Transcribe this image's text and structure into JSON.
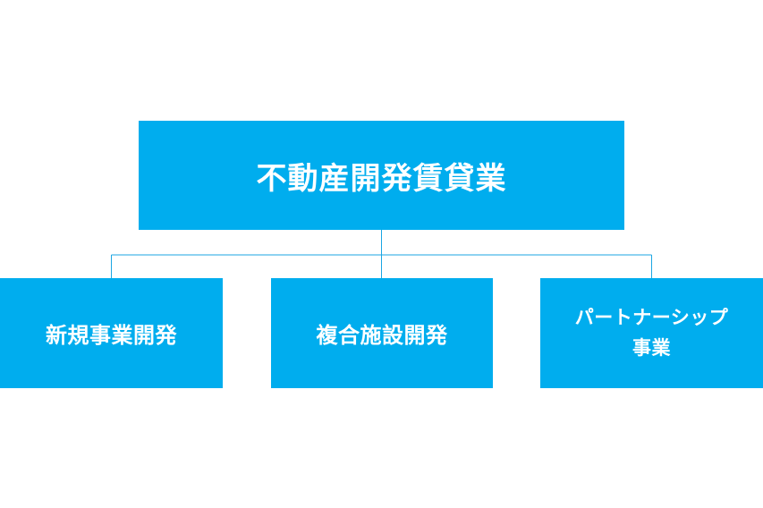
{
  "root": {
    "label": "不動産開発賃貸業"
  },
  "children": [
    {
      "label": "新規事業開発"
    },
    {
      "label": "複合施設開発"
    },
    {
      "label_line1": "パートナーシップ",
      "label_line2": "事業"
    }
  ],
  "colors": {
    "box_fill": "#00adee",
    "text": "#ffffff",
    "connector": "#1ba6e3"
  }
}
